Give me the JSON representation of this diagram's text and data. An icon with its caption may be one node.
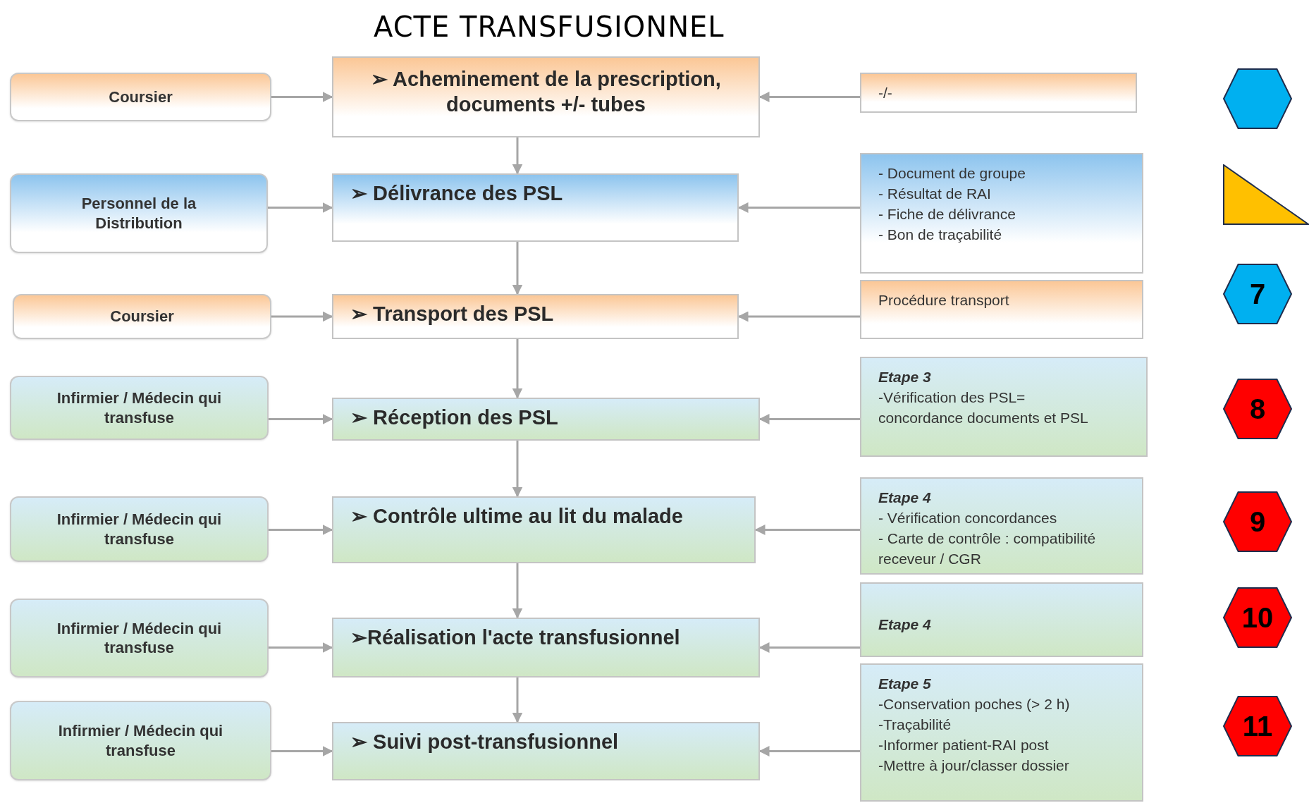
{
  "diagram": {
    "title": "ACTE TRANSFUSIONNEL",
    "nodes": [
      {
        "text": [
          "Coursier"
        ]
      },
      {
        "text": [
          "➢ Acheminement de la prescription, documents +/- tubes"
        ]
      },
      {
        "text": [
          "-/-"
        ]
      },
      {
        "text": [],
        "shape": "hexagon"
      },
      {
        "text": [
          "Personnel de la Distribution"
        ]
      },
      {
        "text": [
          "➢ Délivrance des PSL"
        ]
      },
      {
        "text": [
          "- Document de groupe",
          "- Résultat de RAI",
          "- Fiche de délivrance",
          "- Bon de traçabilité"
        ]
      },
      {
        "text": [],
        "shape": "triangle"
      },
      {
        "text": [
          "Coursier"
        ]
      },
      {
        "text": [
          "➢ Transport des PSL"
        ]
      },
      {
        "text": [
          "Procédure transport"
        ]
      },
      {
        "text": [
          "7"
        ]
      },
      {
        "text": [
          "Infirmier / Médecin qui transfuse"
        ]
      },
      {
        "text": [
          "➢ Réception des PSL"
        ]
      },
      {
        "text": [
          "Etape 3",
          "-Vérification des PSL= concordance documents et PSL"
        ]
      },
      {
        "text": [
          "8"
        ]
      },
      {
        "text": [
          "Infirmier / Médecin qui transfuse"
        ]
      },
      {
        "text": [
          "➢ Contrôle ultime au lit du malade"
        ]
      },
      {
        "text": [
          "Etape 4",
          "- Vérification concordances",
          "- Carte de contrôle : compatibilité receveur / CGR"
        ]
      },
      {
        "text": [
          "9"
        ]
      },
      {
        "text": [
          "Infirmier / Médecin qui transfuse"
        ]
      },
      {
        "text": [
          "➢Réalisation l'acte transfusionnel"
        ]
      },
      {
        "text": [
          "Etape 4"
        ]
      },
      {
        "text": [
          "10"
        ]
      },
      {
        "text": [
          "Infirmier / Médecin qui transfuse"
        ]
      },
      {
        "text": [
          "➢ Suivi post-transfusionnel"
        ]
      },
      {
        "text": [
          "Etape 5",
          "-Conservation poches (> 2 h)",
          "-Traçabilité",
          "-Informer patient-RAI post",
          "-Mettre à jour/classer dossier"
        ]
      },
      {
        "text": [
          "11"
        ]
      }
    ],
    "edges": [
      {
        "from": 0,
        "to": 1,
        "arrow": "to"
      },
      {
        "from": 2,
        "to": 1,
        "arrow": "to"
      },
      {
        "from": 1,
        "to": 5,
        "arrow": "to"
      },
      {
        "from": 4,
        "to": 5,
        "arrow": "to"
      },
      {
        "from": 6,
        "to": 5,
        "arrow": "to"
      },
      {
        "from": 5,
        "to": 9,
        "arrow": "to"
      },
      {
        "from": 8,
        "to": 9,
        "arrow": "to"
      },
      {
        "from": 10,
        "to": 9,
        "arrow": "to"
      },
      {
        "from": 9,
        "to": 13,
        "arrow": "to"
      },
      {
        "from": 12,
        "to": 13,
        "arrow": "to"
      },
      {
        "from": 14,
        "to": 13,
        "arrow": "to"
      },
      {
        "from": 13,
        "to": 17,
        "arrow": "to"
      },
      {
        "from": 16,
        "to": 17,
        "arrow": "to"
      },
      {
        "from": 18,
        "to": 17,
        "arrow": "to"
      },
      {
        "from": 17,
        "to": 21,
        "arrow": "to"
      },
      {
        "from": 20,
        "to": 21,
        "arrow": "to"
      },
      {
        "from": 22,
        "to": 21,
        "arrow": "to"
      },
      {
        "from": 21,
        "to": 25,
        "arrow": "to"
      },
      {
        "from": 24,
        "to": 25,
        "arrow": "to"
      },
      {
        "from": 26,
        "to": 25,
        "arrow": "to"
      }
    ]
  }
}
